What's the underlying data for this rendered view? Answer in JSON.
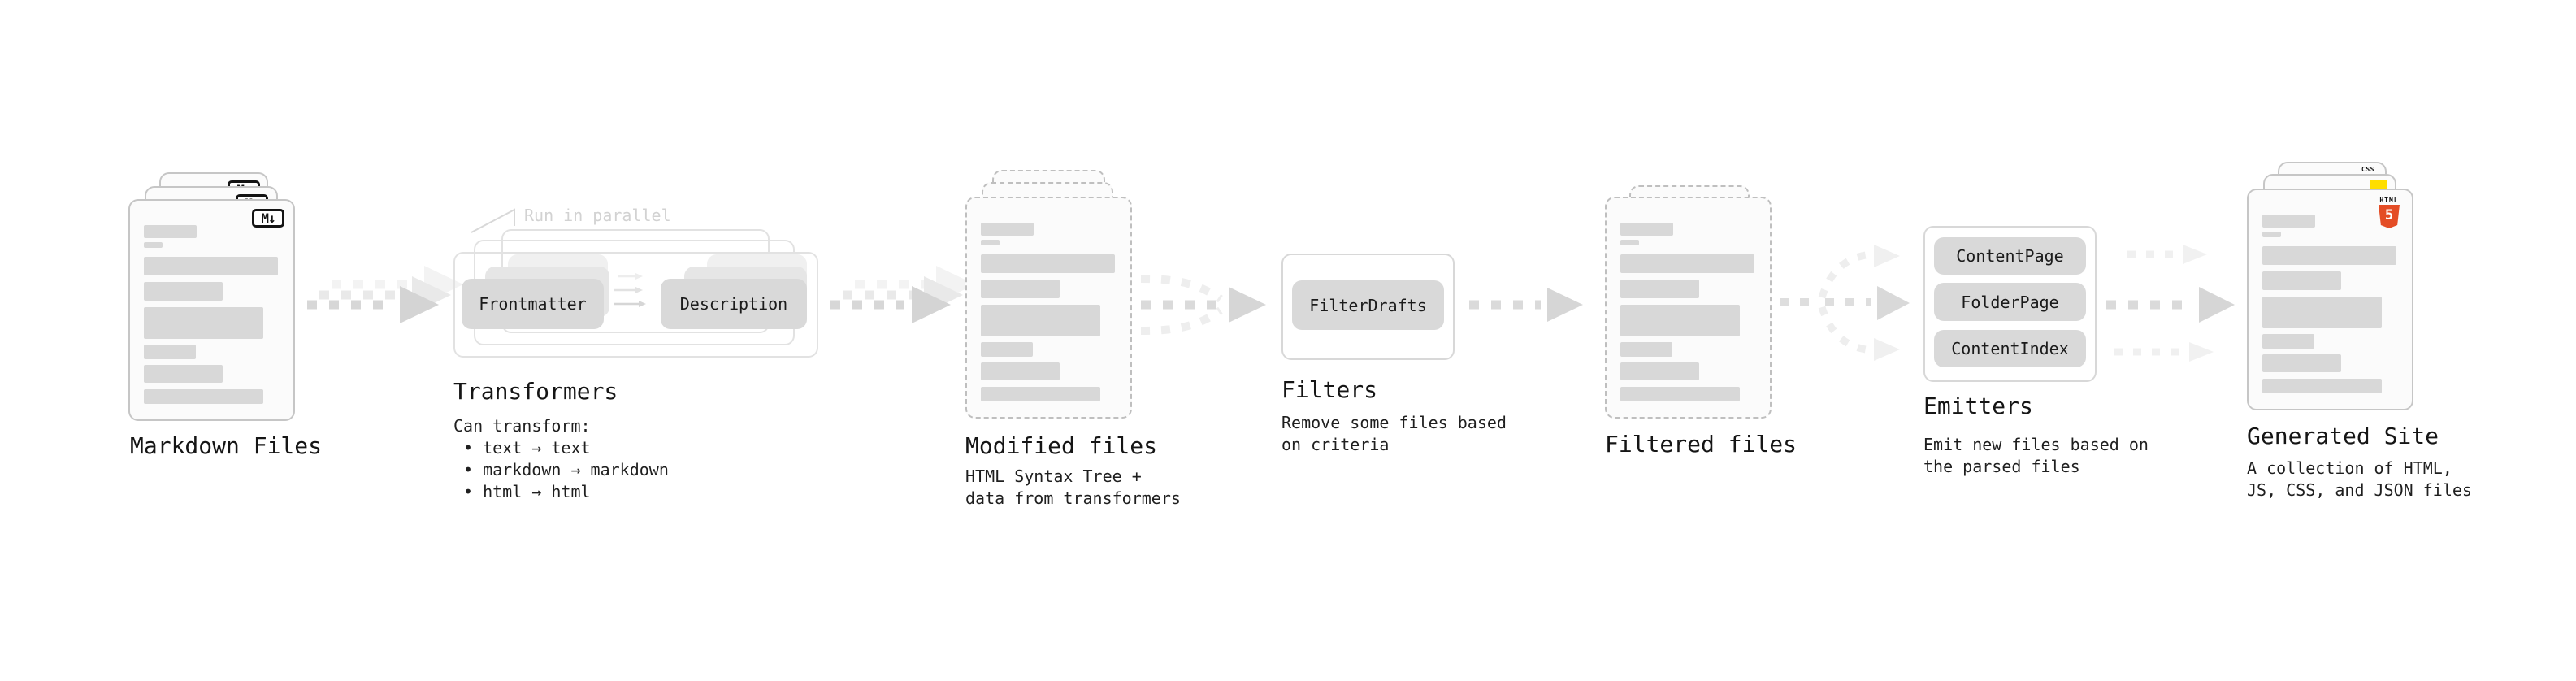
{
  "colors": {
    "html5_orange": "#e44d26",
    "js_yellow": "#ffde00",
    "css_blue": "#2962ff"
  },
  "stages": {
    "markdown": {
      "title": "Markdown Files",
      "badge": "M↓"
    },
    "transformers": {
      "title": "Transformers",
      "annotation": "Run in parallel",
      "chip_frontmatter": "Frontmatter",
      "chip_description": "Description",
      "intro": "Can transform:",
      "bullet_1": "• text → text",
      "bullet_2": "• markdown → markdown",
      "bullet_3": "• html → html"
    },
    "modified": {
      "title": "Modified files",
      "desc_1": "HTML Syntax Tree +",
      "desc_2": "data from transformers"
    },
    "filters": {
      "title": "Filters",
      "chip": "FilterDrafts",
      "desc_1": "Remove some files based",
      "desc_2": "on criteria"
    },
    "filtered": {
      "title": "Filtered files"
    },
    "emitters": {
      "title": "Emitters",
      "chip_1": "ContentPage",
      "chip_2": "FolderPage",
      "chip_3": "ContentIndex",
      "desc_1": "Emit new files based on",
      "desc_2": "the parsed files"
    },
    "generated": {
      "title": "Generated Site",
      "desc_1": "A collection of HTML,",
      "desc_2": "JS, CSS, and JSON files",
      "css_label": "CSS",
      "html_label": "HTML",
      "html_number": "5"
    }
  }
}
